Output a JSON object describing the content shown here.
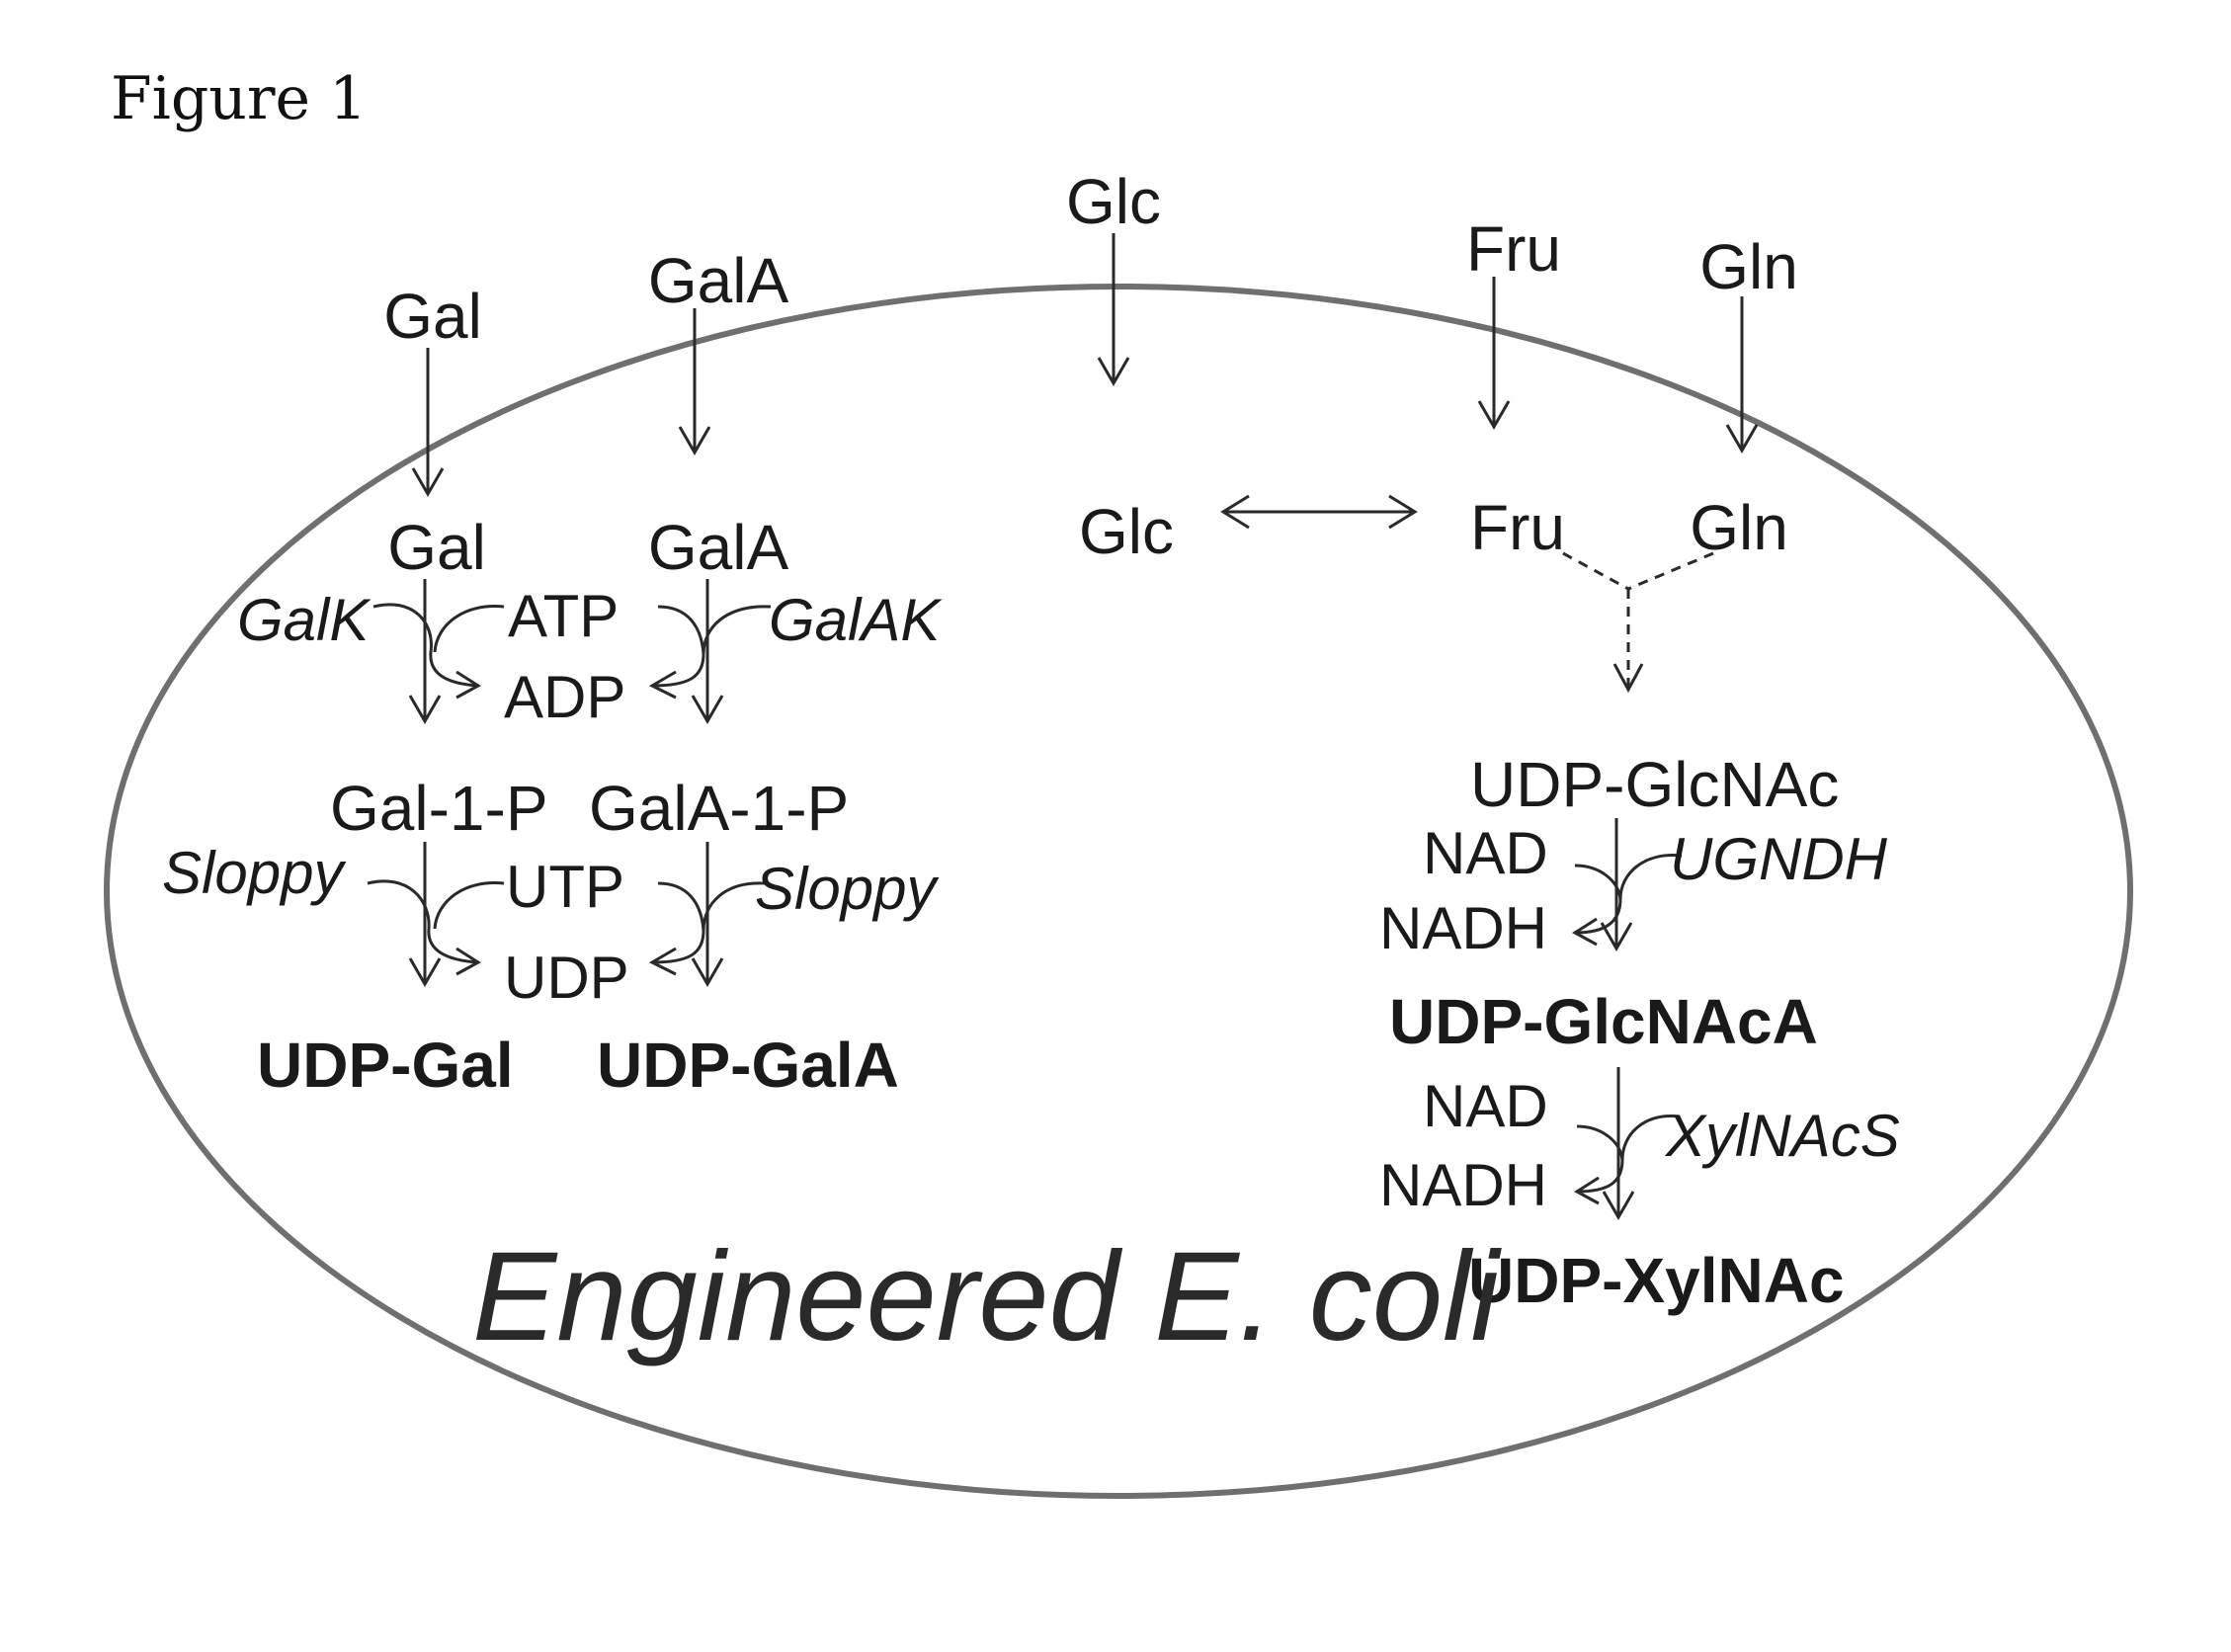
{
  "figure_label": "Figure 1",
  "cell_label": "Engineered E. coli",
  "external": {
    "gal": "Gal",
    "gala": "GalA",
    "glc": "Glc",
    "fru": "Fru",
    "gln": "Gln"
  },
  "internal": {
    "gal": "Gal",
    "gala": "GalA",
    "glc": "Glc",
    "fru": "Fru",
    "gln": "Gln",
    "gal1p": "Gal-1-P",
    "gala1p": "GalA-1-P",
    "udp_glcnac": "UDP-GlcNAc"
  },
  "cofactors": {
    "atp": "ATP",
    "adp": "ADP",
    "utp": "UTP",
    "udp": "UDP",
    "nad_1": "NAD",
    "nadh_1": "NADH",
    "nad_2": "NAD",
    "nadh_2": "NADH"
  },
  "enzymes": {
    "galk": "GalK",
    "galak": "GalAK",
    "sloppy_left": "Sloppy",
    "sloppy_right": "Sloppy",
    "ugndh": "UGNDH",
    "xylnacs": "XylNAcS"
  },
  "products": {
    "udp_gal": "UDP-Gal",
    "udp_gala": "UDP-GalA",
    "udp_glcnaca": "UDP-GlcNAcA",
    "udp_xylnac": "UDP-XylNAc"
  }
}
